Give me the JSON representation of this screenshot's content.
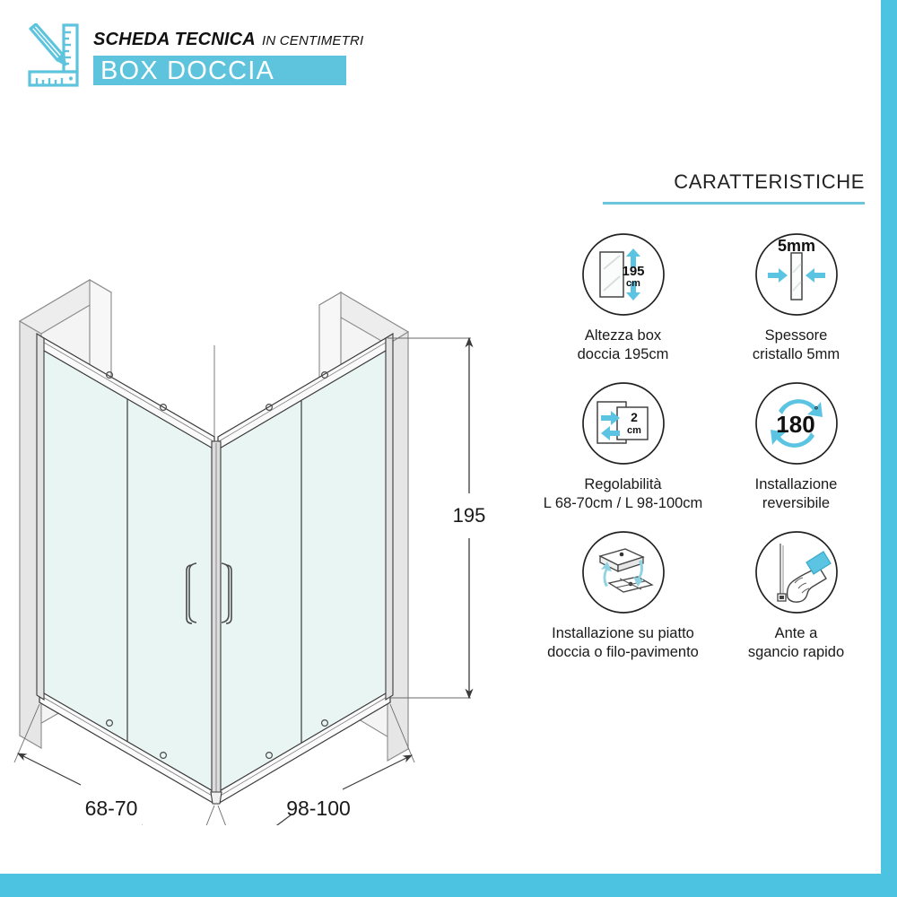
{
  "header": {
    "kicker_main": "SCHEDA TECNICA",
    "kicker_sub": "IN CENTIMETRI",
    "title": "BOX DOCCIA",
    "logo_icon": "pencil-and-ruler-icon",
    "accent_color": "#5ec4de"
  },
  "frame": {
    "edge_color": "#4cc3e0"
  },
  "drawing": {
    "name": "corner-sliding-shower-enclosure-isometric",
    "dimensions": {
      "height_label": "195",
      "side_width_label": "68-70",
      "front_width_label": "98-100"
    },
    "glass_fill": "#e9f5f2",
    "line_color": "#3a3a3a",
    "wall_fill": "#f2f2f2"
  },
  "features": {
    "title": "CARATTERISTICHE",
    "rule_color": "#6cc5db",
    "items": [
      {
        "icon": "glass-panel-height-icon",
        "icon_value": "195",
        "icon_unit": "cm",
        "label": "Altezza box\ndoccia 195cm"
      },
      {
        "icon": "glass-thickness-icon",
        "icon_value": "5mm",
        "label": "Spessore\ncristallo 5mm"
      },
      {
        "icon": "adjustability-icon",
        "icon_value": "2",
        "icon_unit": "cm",
        "label": "Regolabilità\nL 68-70cm / L 98-100cm"
      },
      {
        "icon": "reversible-180-icon",
        "icon_value": "180",
        "icon_unit": "°",
        "label": "Installazione\nreversibile"
      },
      {
        "icon": "shower-tray-or-flush-floor-icon",
        "label": "Installazione su piatto\ndoccia o filo-pavimento"
      },
      {
        "icon": "quick-release-door-hand-icon",
        "label": "Ante a\nsgancio rapido"
      }
    ]
  }
}
